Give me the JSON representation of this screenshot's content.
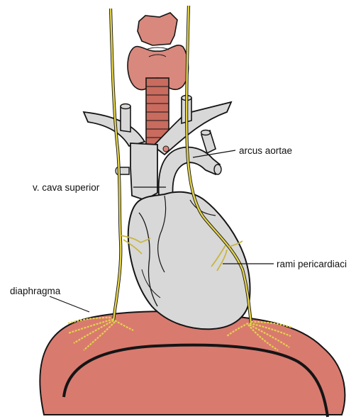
{
  "colors": {
    "background": "#ffffff",
    "vessel_fill": "#d8d8d8",
    "outline": "#151515",
    "thyroid_fill": "#d9887d",
    "trachea_fill": "#c96b5e",
    "diaphragm_fill": "#d97a6f",
    "nerve": "#e3d24a"
  },
  "labels": {
    "arcus_aortae": "arcus aortae",
    "v_cava_superior": "v. cava superior",
    "rami_pericardiaci": "rami pericardiaci",
    "diaphragma": "diaphragma"
  }
}
